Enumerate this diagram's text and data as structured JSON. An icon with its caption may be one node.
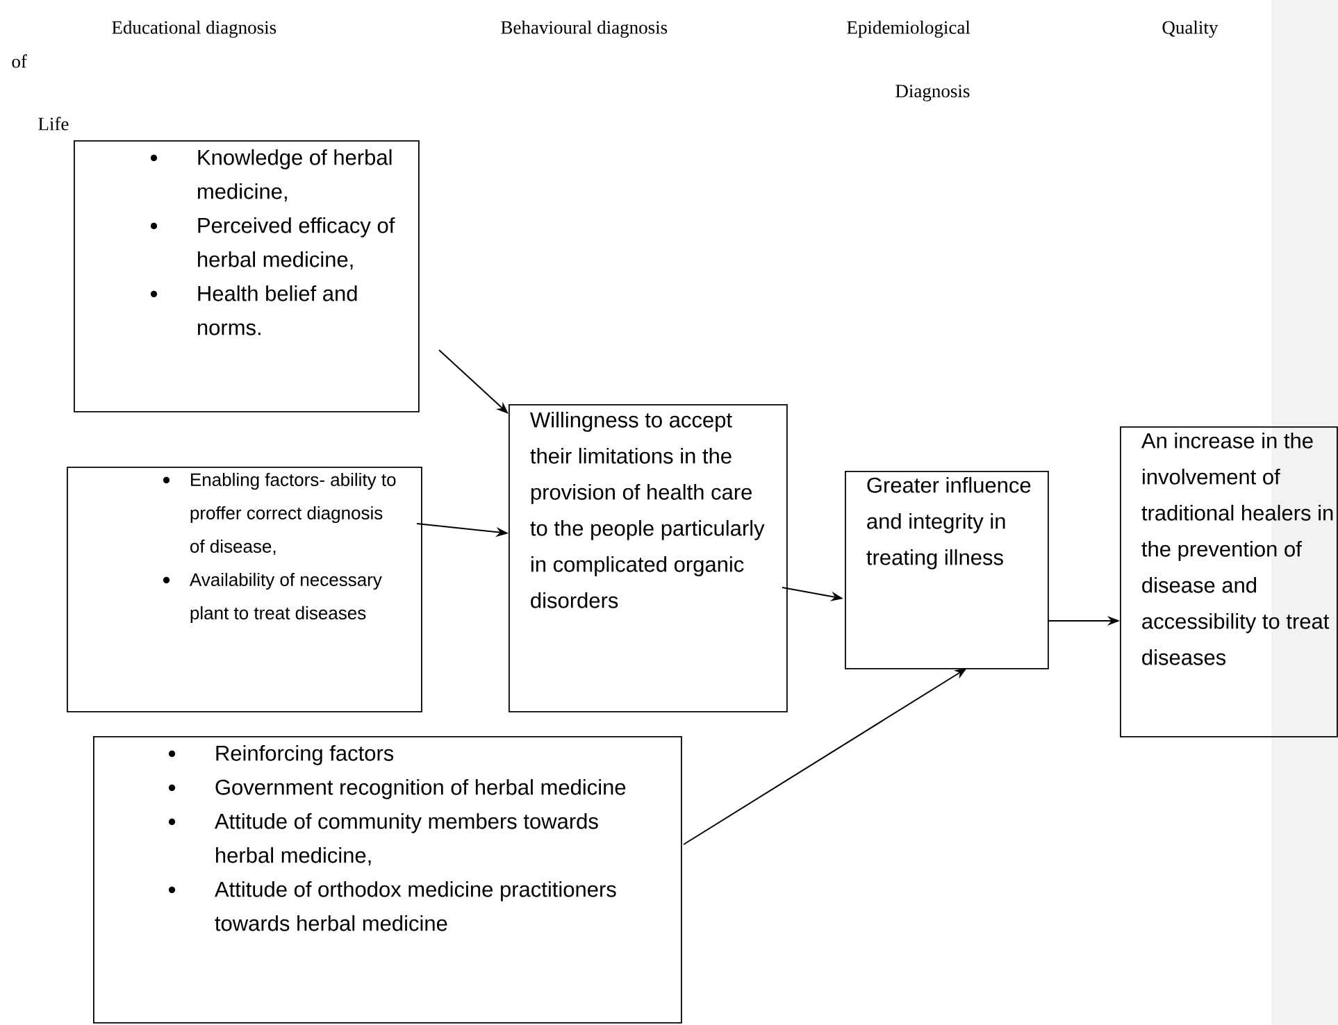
{
  "diagram": {
    "nodes": [
      {
        "text": [
          "Knowledge of herbal medicine,",
          "Perceived efficacy of herbal medicine,",
          "Health belief and norms."
        ]
      },
      {
        "text": [
          "Enabling factors- ability to proffer correct diagnosis of disease,",
          "Availability of necessary plant to treat diseases"
        ]
      },
      {
        "text": [
          "Reinforcing factors",
          "Government recognition of herbal medicine",
          "Attitude of community members towards herbal medicine,",
          "Attitude of orthodox medicine practitioners towards herbal medicine"
        ]
      },
      {
        "text": [
          "Willingness to accept their limitations in the provision of health care to the people particularly in complicated organic disorders"
        ]
      },
      {
        "text": [
          "Greater influence and integrity in treating illness"
        ]
      },
      {
        "text": [
          "An increase in the involvement of traditional healers in the prevention of disease and accessibility to treat diseases"
        ]
      }
    ],
    "edges": [
      {
        "from": 0,
        "to": 3,
        "arrow": "to"
      },
      {
        "from": 1,
        "to": 3,
        "arrow": "to"
      },
      {
        "from": 3,
        "to": 4,
        "arrow": "to"
      },
      {
        "from": 2,
        "to": 4,
        "arrow": "to"
      },
      {
        "from": 4,
        "to": 5,
        "arrow": "to"
      }
    ],
    "labels": [
      "Educational diagnosis",
      "Behavioural diagnosis",
      "Epidemiological",
      "Quality",
      "of",
      "Diagnosis",
      "Life"
    ]
  }
}
